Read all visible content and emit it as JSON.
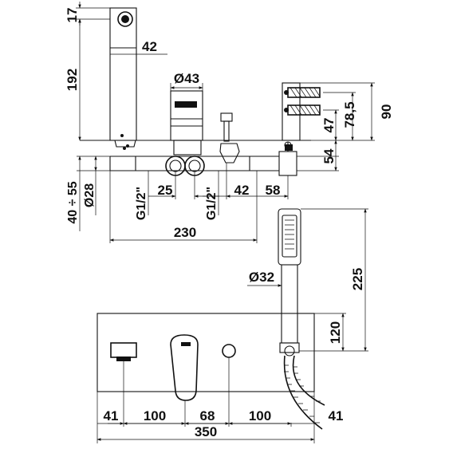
{
  "dimensions": {
    "top_height": "17",
    "spout_width": "42",
    "total_height": "192",
    "diameter_43": "Ø43",
    "range_40_55": "40 ÷ 55",
    "diameter_28": "Ø28",
    "pitch_25": "25",
    "thread_left": "G1/2\"",
    "thread_right": "G1/2\"",
    "offset_42": "42",
    "offset_58": "58",
    "width_230": "230",
    "side_90": "90",
    "side_78_5": "78,5",
    "side_47": "47",
    "side_54": "54",
    "hand_shower_diameter": "Ø32",
    "hand_shower_height": "225",
    "hand_shower_120": "120",
    "plate_41_left": "41",
    "plate_100_left": "100",
    "plate_68": "68",
    "plate_100_right": "100",
    "plate_41_right": "41",
    "plate_width_350": "350"
  }
}
